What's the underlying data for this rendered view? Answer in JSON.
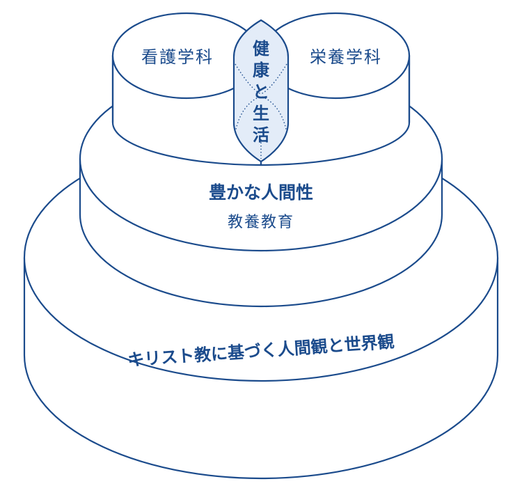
{
  "colors": {
    "stroke": "#1b4b8c",
    "text": "#1b4b8c",
    "highlight_fill": "#e3ecf8",
    "background": "#ffffff"
  },
  "tiers": {
    "top": {
      "left_label": "看護学科",
      "right_label": "栄養学科",
      "overlap_chars": [
        "健",
        "康",
        "と",
        "生",
        "活"
      ]
    },
    "middle": {
      "title": "豊かな人間性",
      "subtitle": "教養教育"
    },
    "bottom": {
      "title": "キリスト教に基づく人間観と世界観"
    }
  }
}
